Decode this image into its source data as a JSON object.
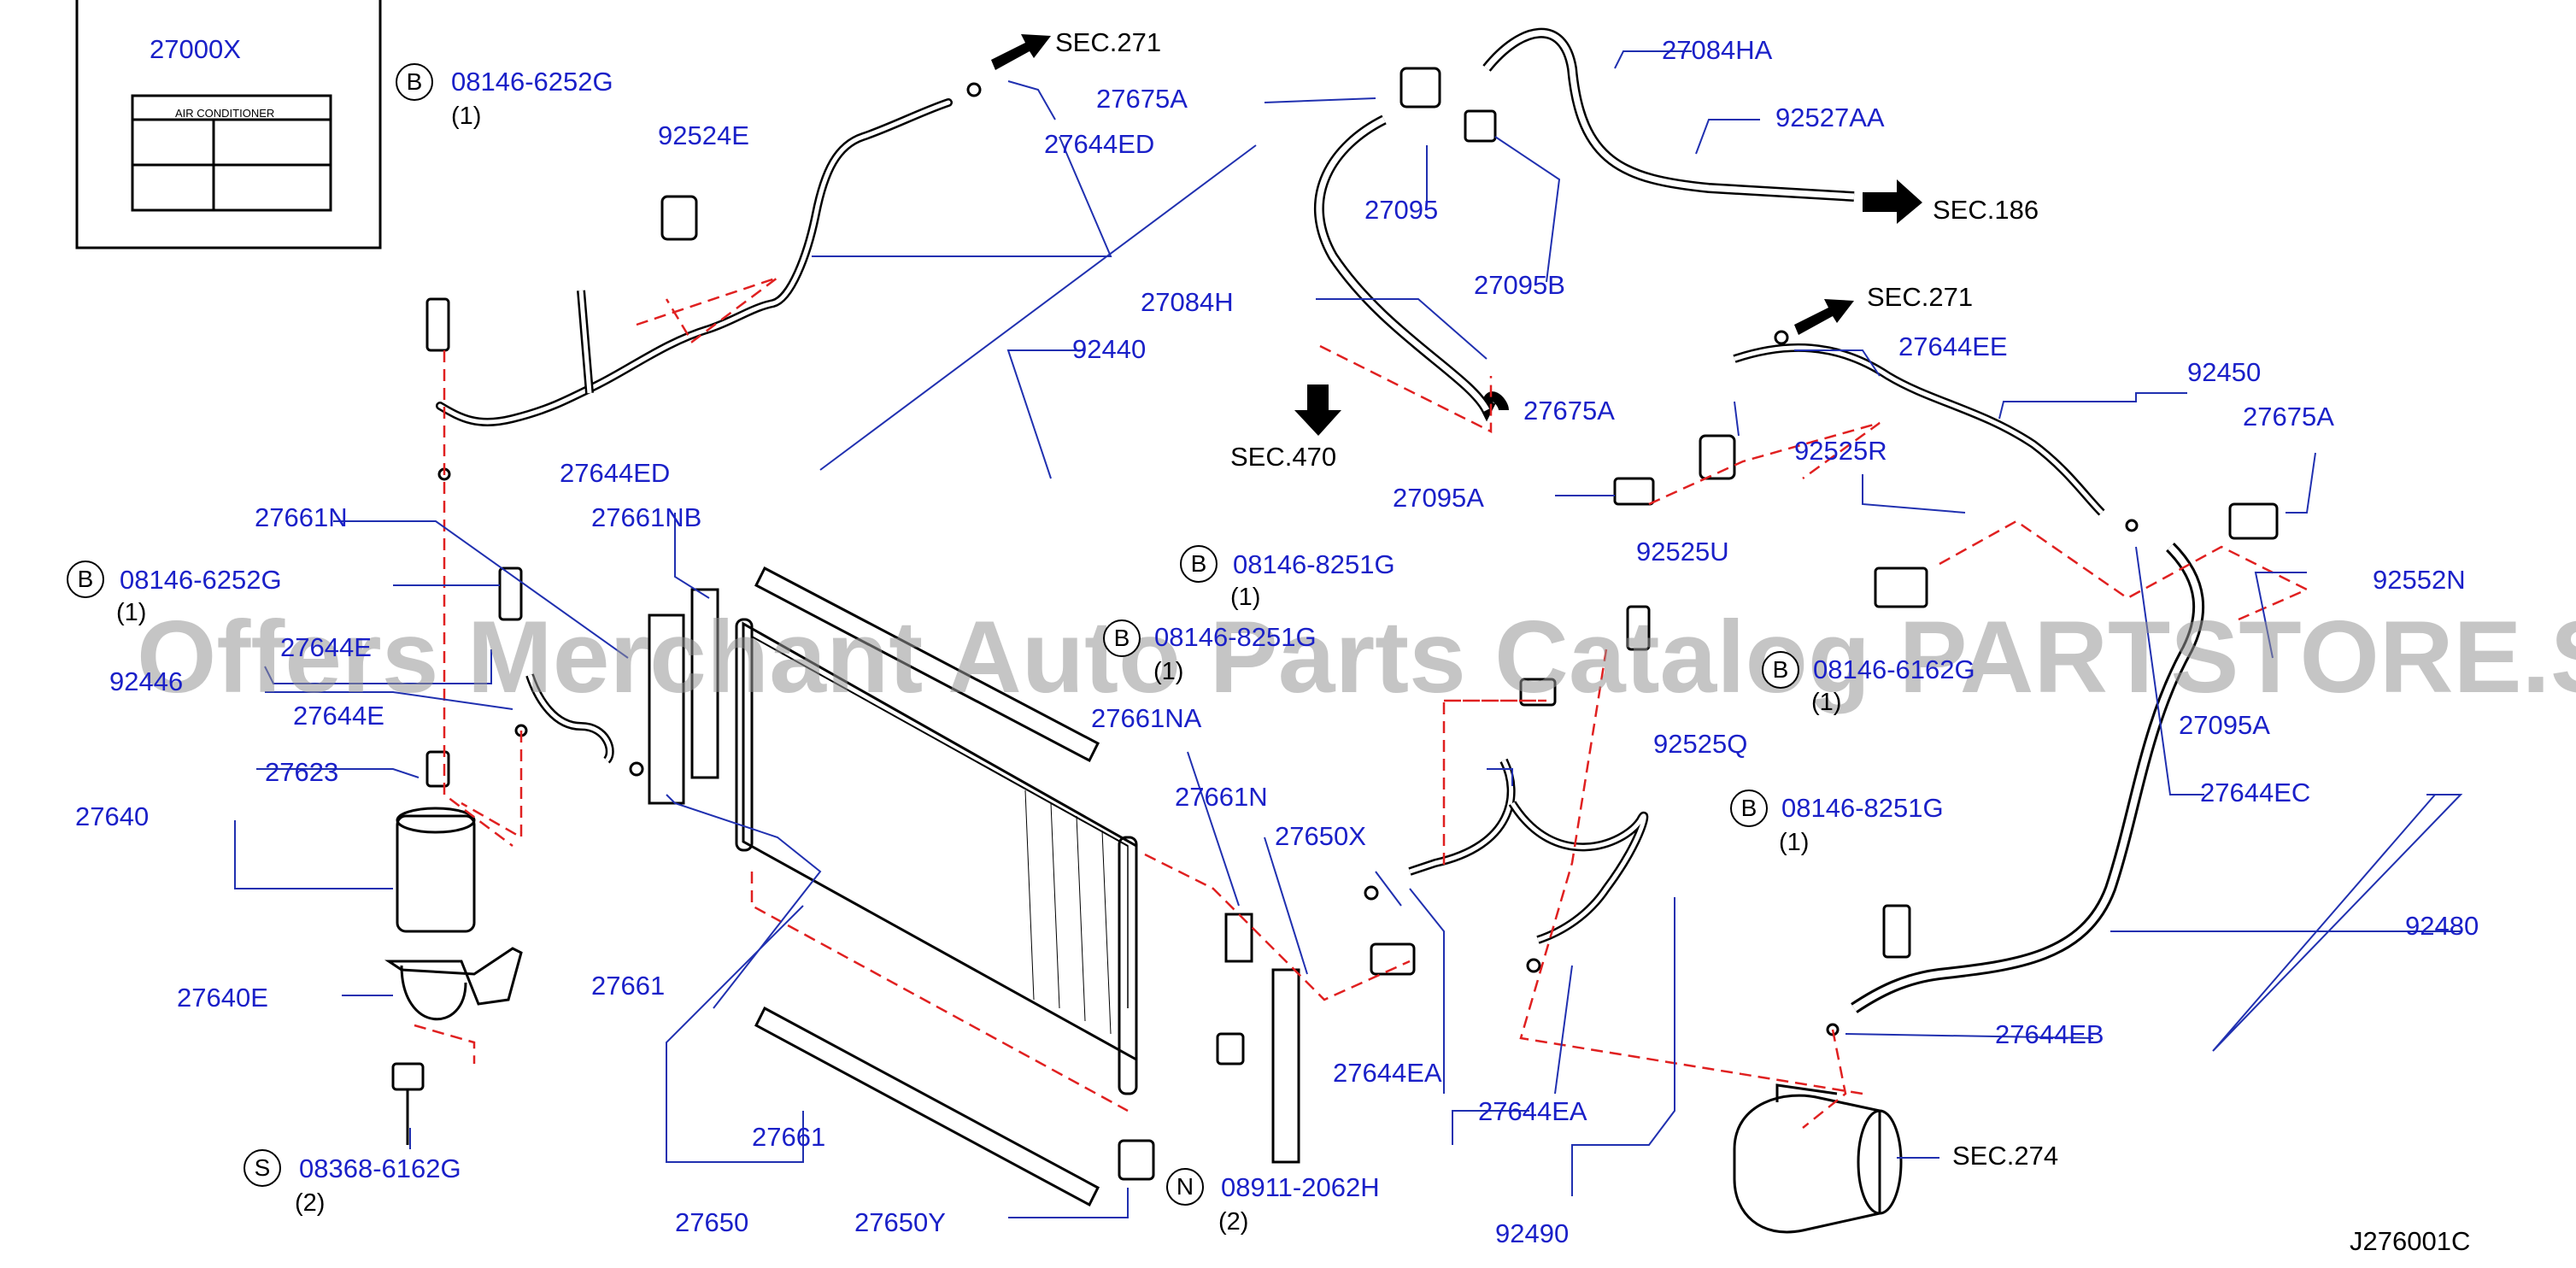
{
  "diagram_id": "J276001C",
  "watermark": "Offers Merchant Auto Parts Catalog PARTSTORE.SA",
  "label_box": {
    "code": "27000X",
    "caption": "AIR    CONDITIONER"
  },
  "sec_refs": {
    "a": "SEC.271",
    "b": "SEC.186",
    "c": "SEC.470",
    "d": "SEC.271",
    "e": "SEC.274"
  },
  "parts": {
    "p27675A_1": "27675A",
    "p27644ED_1": "27644ED",
    "p92524E": "92524E",
    "p92440": "92440",
    "p27644ED_2": "27644ED",
    "p27084HA": "27084HA",
    "p92527AA": "92527AA",
    "p27095": "27095",
    "p27095B": "27095B",
    "p27084H": "27084H",
    "p27675A_2": "27675A",
    "p27095A_1": "27095A",
    "p27644EE": "27644EE",
    "p92450": "92450",
    "p27675A_3": "27675A",
    "p92525R": "92525R",
    "p92525U": "92525U",
    "p92552N": "92552N",
    "p27095A_2": "27095A",
    "p27644EC": "27644EC",
    "p92480": "92480",
    "p27644EB": "27644EB",
    "p27661N_1": "27661N",
    "p27661NB": "27661NB",
    "p92446": "92446",
    "p27644E_1": "27644E",
    "p27644E_2": "27644E",
    "p27640": "27640",
    "p27623": "27623",
    "p27640E": "27640E",
    "p27661_1": "27661",
    "p27661NA": "27661NA",
    "p27661N_2": "27661N",
    "p27650X": "27650X",
    "p92525Q": "92525Q",
    "p27644EA_1": "27644EA",
    "p27644EA_2": "27644EA",
    "p27661_2": "27661",
    "p27650": "27650",
    "p27650Y": "27650Y",
    "p92490": "92490"
  },
  "callouts": {
    "b1": {
      "letter": "B",
      "code": "08146-6252G",
      "qty": "(1)"
    },
    "b2": {
      "letter": "B",
      "code": "08146-6252G",
      "qty": "(1)"
    },
    "b3": {
      "letter": "B",
      "code": "08146-8251G",
      "qty": "(1)"
    },
    "b4": {
      "letter": "B",
      "code": "08146-8251G",
      "qty": "(1)"
    },
    "b5": {
      "letter": "B",
      "code": "08146-6162G",
      "qty": "(1)"
    },
    "b6": {
      "letter": "B",
      "code": "08146-8251G",
      "qty": "(1)"
    },
    "s1": {
      "letter": "S",
      "code": "08368-6162G",
      "qty": "(2)"
    },
    "n1": {
      "letter": "N",
      "code": "08911-2062H",
      "qty": "(2)"
    }
  },
  "colors": {
    "label": "#1a20c8",
    "line": "#2030b0",
    "dash": "#e02020",
    "part": "#000000"
  }
}
